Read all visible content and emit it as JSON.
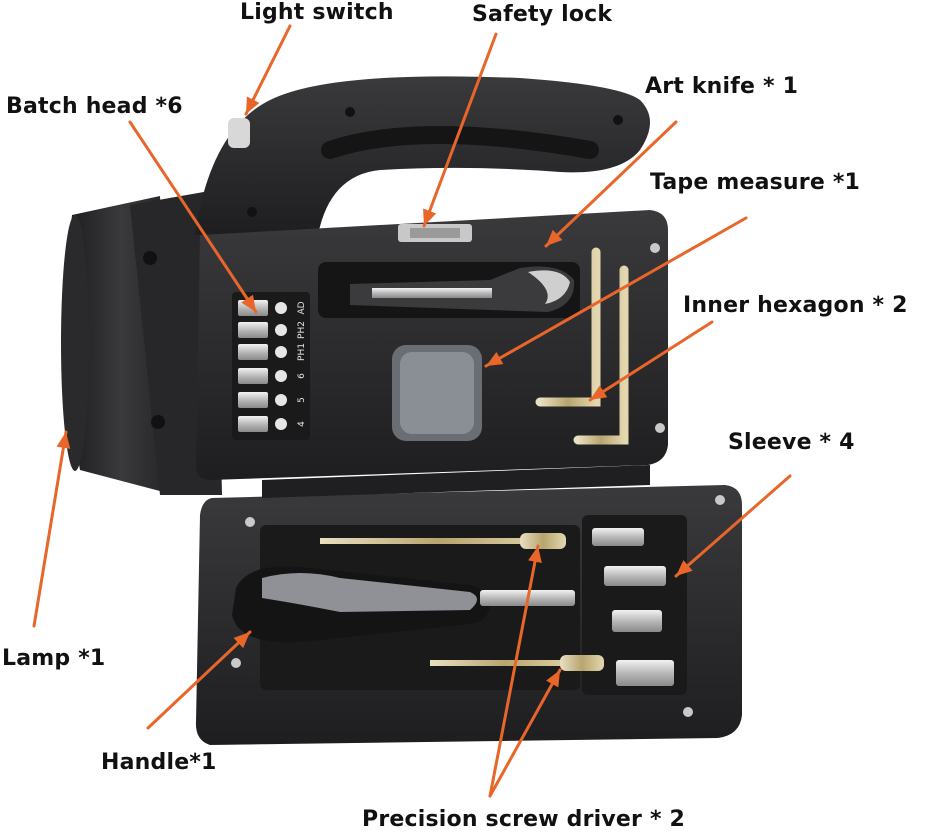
{
  "labels": {
    "light_switch": "Light switch",
    "safety_lock": "Safety lock",
    "batch_head": "Batch head *6",
    "art_knife": "Art knife * 1",
    "tape_measure": "Tape measure *1",
    "inner_hexagon": "Inner hexagon * 2",
    "sleeve": "Sleeve * 4",
    "lamp": "Lamp *1",
    "handle": "Handle*1",
    "precision_screwdriver": "Precision screw driver * 2"
  },
  "bit_labels": [
    "AD",
    "PH2",
    "PH1",
    "6",
    "5",
    "4"
  ],
  "colors": {
    "arrow": "#e8662a",
    "case": "#2b2b2d",
    "text": "#111111"
  }
}
